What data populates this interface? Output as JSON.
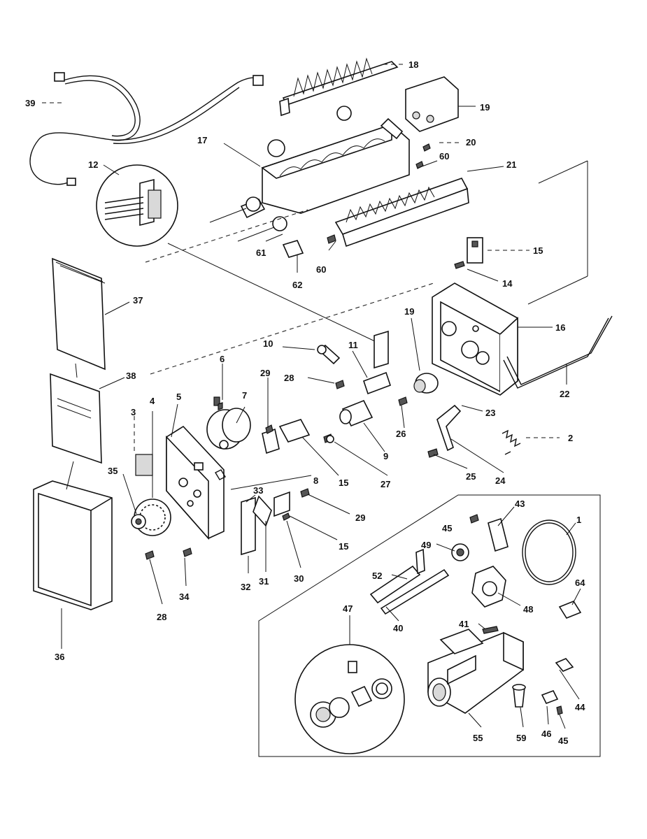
{
  "diagram": {
    "labels": [
      {
        "id": "18",
        "text": "18"
      },
      {
        "id": "39",
        "text": "39"
      },
      {
        "id": "19a",
        "text": "19"
      },
      {
        "id": "17",
        "text": "17"
      },
      {
        "id": "20",
        "text": "20"
      },
      {
        "id": "60a",
        "text": "60"
      },
      {
        "id": "12",
        "text": "12"
      },
      {
        "id": "21",
        "text": "21"
      },
      {
        "id": "61",
        "text": "61"
      },
      {
        "id": "60b",
        "text": "60"
      },
      {
        "id": "62",
        "text": "62"
      },
      {
        "id": "15a",
        "text": "15"
      },
      {
        "id": "14",
        "text": "14"
      },
      {
        "id": "37",
        "text": "37"
      },
      {
        "id": "16",
        "text": "16"
      },
      {
        "id": "19b",
        "text": "19"
      },
      {
        "id": "10",
        "text": "10"
      },
      {
        "id": "11",
        "text": "11"
      },
      {
        "id": "6",
        "text": "6"
      },
      {
        "id": "29a",
        "text": "29"
      },
      {
        "id": "28a",
        "text": "28"
      },
      {
        "id": "38",
        "text": "38"
      },
      {
        "id": "22",
        "text": "22"
      },
      {
        "id": "23",
        "text": "23"
      },
      {
        "id": "26",
        "text": "26"
      },
      {
        "id": "3",
        "text": "3"
      },
      {
        "id": "4",
        "text": "4"
      },
      {
        "id": "5",
        "text": "5"
      },
      {
        "id": "7",
        "text": "7"
      },
      {
        "id": "9",
        "text": "9"
      },
      {
        "id": "2",
        "text": "2"
      },
      {
        "id": "15b",
        "text": "15"
      },
      {
        "id": "27",
        "text": "27"
      },
      {
        "id": "25",
        "text": "25"
      },
      {
        "id": "24",
        "text": "24"
      },
      {
        "id": "35",
        "text": "35"
      },
      {
        "id": "8",
        "text": "8"
      },
      {
        "id": "33",
        "text": "33"
      },
      {
        "id": "29b",
        "text": "29"
      },
      {
        "id": "43",
        "text": "43"
      },
      {
        "id": "1",
        "text": "1"
      },
      {
        "id": "45a",
        "text": "45"
      },
      {
        "id": "15c",
        "text": "15"
      },
      {
        "id": "49",
        "text": "49"
      },
      {
        "id": "32",
        "text": "32"
      },
      {
        "id": "31",
        "text": "31"
      },
      {
        "id": "30",
        "text": "30"
      },
      {
        "id": "52",
        "text": "52"
      },
      {
        "id": "48",
        "text": "48"
      },
      {
        "id": "64",
        "text": "64"
      },
      {
        "id": "34",
        "text": "34"
      },
      {
        "id": "28b",
        "text": "28"
      },
      {
        "id": "47",
        "text": "47"
      },
      {
        "id": "40",
        "text": "40"
      },
      {
        "id": "41",
        "text": "41"
      },
      {
        "id": "36",
        "text": "36"
      },
      {
        "id": "44",
        "text": "44"
      },
      {
        "id": "55",
        "text": "55"
      },
      {
        "id": "59",
        "text": "59"
      },
      {
        "id": "46",
        "text": "46"
      },
      {
        "id": "45b",
        "text": "45"
      }
    ]
  }
}
